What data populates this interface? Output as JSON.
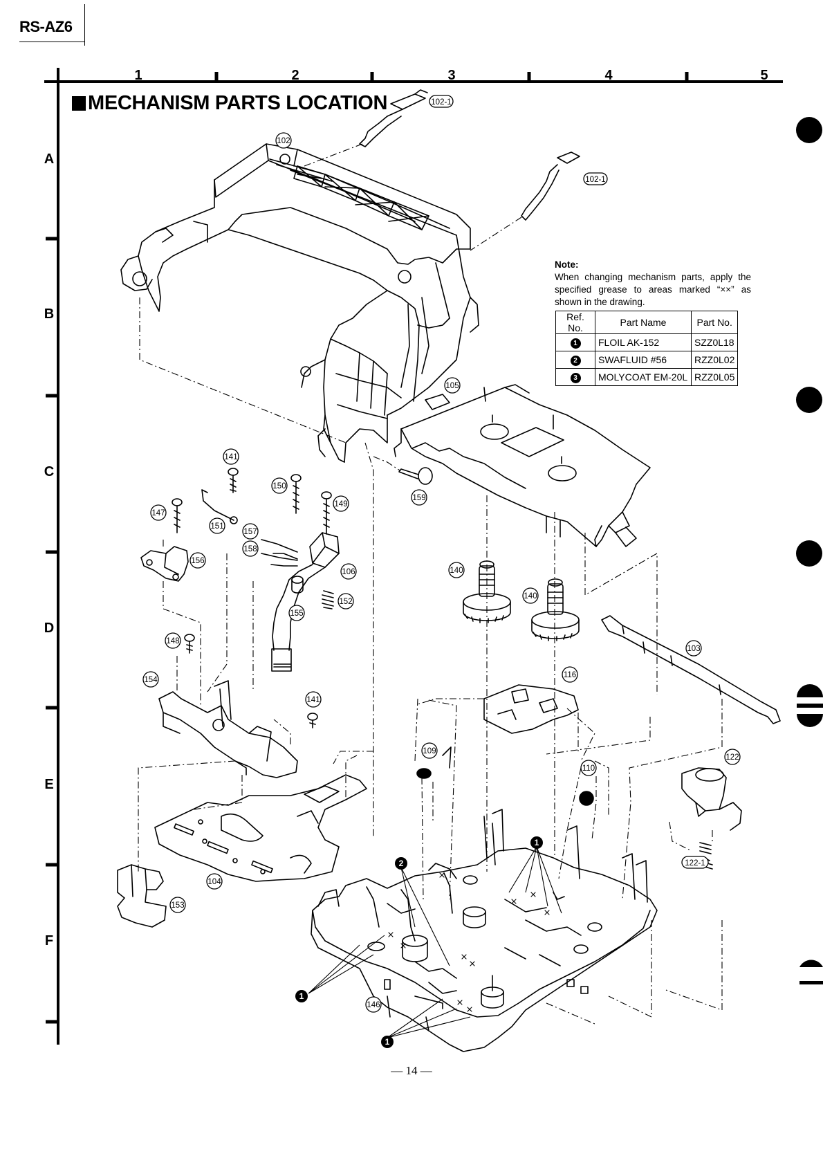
{
  "model": "RS-AZ6",
  "title": "MECHANISM PARTS LOCATION",
  "grid": {
    "columns": [
      "1",
      "2",
      "3",
      "4",
      "5"
    ],
    "rows": [
      "A",
      "B",
      "C",
      "D",
      "E",
      "F"
    ]
  },
  "note": {
    "heading": "Note:",
    "text": "When changing mechanism parts, apply the specified grease to areas marked “××” as shown in the drawing."
  },
  "grease_table": {
    "headers": [
      "Ref. No.",
      "Part Name",
      "Part No."
    ],
    "rows": [
      {
        "ref": "1",
        "name": "FLOIL AK-152",
        "part": "SZZ0L18"
      },
      {
        "ref": "2",
        "name": "SWAFLUID #56",
        "part": "RZZ0L02"
      },
      {
        "ref": "3",
        "name": "MOLYCOAT EM-20L",
        "part": "RZZ0L05"
      }
    ]
  },
  "callouts": {
    "c102_1a": "102-1",
    "c102_1b": "102-1",
    "c102": "102",
    "c105": "105",
    "c159": "159",
    "c141a": "141",
    "c150": "150",
    "c149": "149",
    "c147": "147",
    "c151": "151",
    "c157": "157",
    "c158": "158",
    "c156": "156",
    "c106": "106",
    "c152": "152",
    "c155": "155",
    "c140a": "140",
    "c140b": "140",
    "c103": "103",
    "c148": "148",
    "c154": "154",
    "c116": "116",
    "c141b": "141",
    "c109": "109",
    "c110": "110",
    "c122": "122",
    "c122_1": "122-1",
    "c104": "104",
    "c153": "153",
    "c146": "146"
  },
  "grease_markers": {
    "m1": "1",
    "m2": "2",
    "m3": "1",
    "m4": "1"
  },
  "page_number": "— 14 —"
}
